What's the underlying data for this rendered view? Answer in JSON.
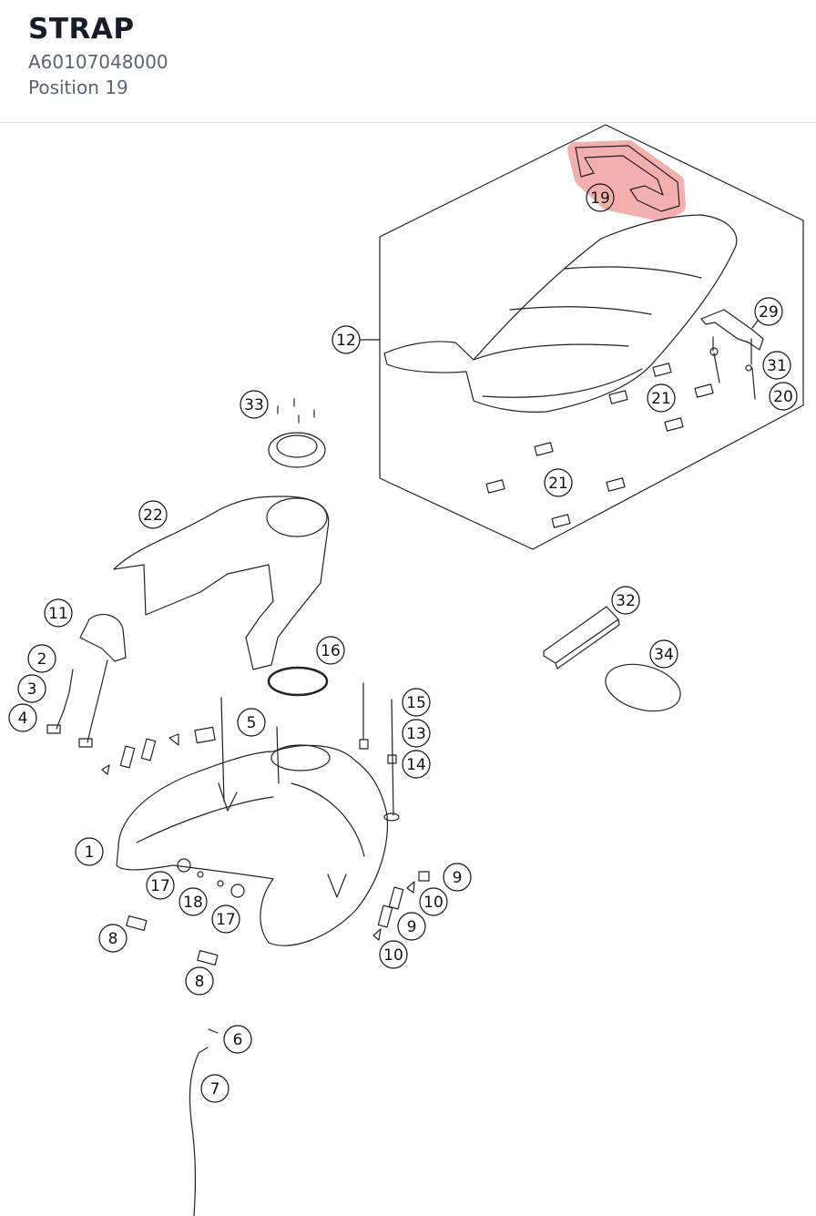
{
  "part": {
    "name": "STRAP",
    "number": "A60107048000",
    "position_label": "Position 19"
  },
  "highlight": {
    "label": "19",
    "color": "#f2a0a0"
  },
  "callouts": [
    {
      "label": "12"
    },
    {
      "label": "29"
    },
    {
      "label": "31"
    },
    {
      "label": "20"
    },
    {
      "label": "21"
    },
    {
      "label": "21"
    },
    {
      "label": "33"
    },
    {
      "label": "22"
    },
    {
      "label": "11"
    },
    {
      "label": "2"
    },
    {
      "label": "3"
    },
    {
      "label": "4"
    },
    {
      "label": "16"
    },
    {
      "label": "5"
    },
    {
      "label": "15"
    },
    {
      "label": "13"
    },
    {
      "label": "14"
    },
    {
      "label": "32"
    },
    {
      "label": "34"
    },
    {
      "label": "1"
    },
    {
      "label": "17"
    },
    {
      "label": "18"
    },
    {
      "label": "17"
    },
    {
      "label": "9"
    },
    {
      "label": "10"
    },
    {
      "label": "9"
    },
    {
      "label": "10"
    },
    {
      "label": "8"
    },
    {
      "label": "8"
    },
    {
      "label": "6"
    },
    {
      "label": "7"
    }
  ]
}
